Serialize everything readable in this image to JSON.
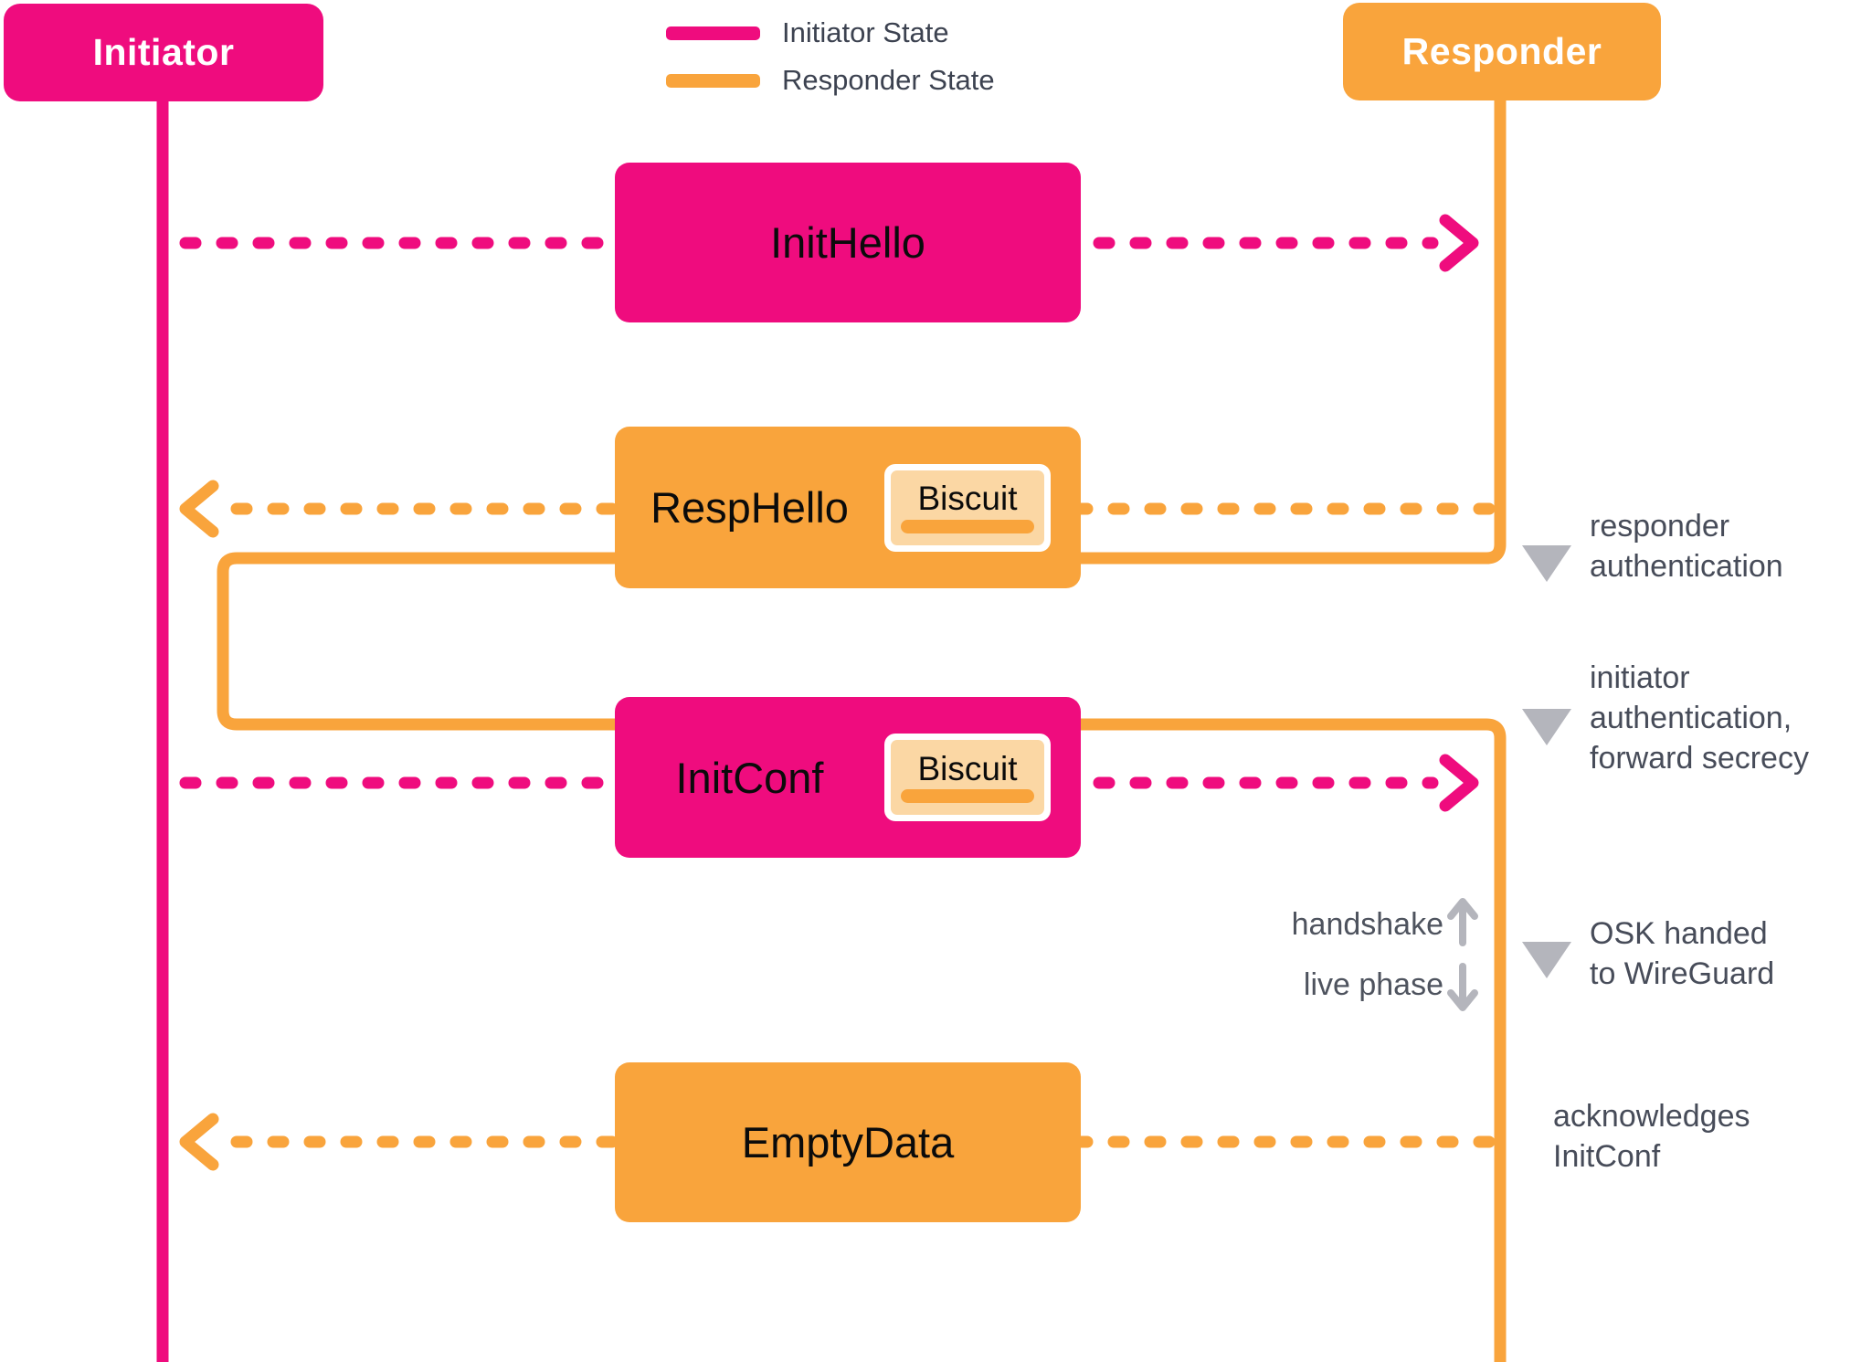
{
  "colors": {
    "pink": "#EF0C7E",
    "orange": "#F9A43C",
    "biscuit_fill": "#FBD7A4",
    "marker_gray": "#B4B5BC",
    "note_text": "#474C59"
  },
  "actors": {
    "initiator": "Initiator",
    "responder": "Responder"
  },
  "legend": {
    "initiator_state": "Initiator State",
    "responder_state": "Responder State"
  },
  "messages": {
    "init_hello": {
      "label": "InitHello",
      "direction": "initiator-to-responder"
    },
    "resp_hello": {
      "label": "RespHello",
      "biscuit": "Biscuit",
      "direction": "responder-to-initiator"
    },
    "init_conf": {
      "label": "InitConf",
      "biscuit": "Biscuit",
      "direction": "initiator-to-responder"
    },
    "empty_data": {
      "label": "EmptyData",
      "direction": "responder-to-initiator"
    }
  },
  "annotations": {
    "responder_auth": {
      "line1": "responder",
      "line2": "authentication"
    },
    "initiator_auth": {
      "line1": "initiator",
      "line2": "authentication,",
      "line3": "forward secrecy"
    },
    "osk": {
      "line1": "OSK handed",
      "line2": "to WireGuard"
    },
    "ack": {
      "line1": "acknowledges",
      "line2": "InitConf"
    }
  },
  "phases": {
    "handshake": "handshake",
    "live": "live phase"
  }
}
